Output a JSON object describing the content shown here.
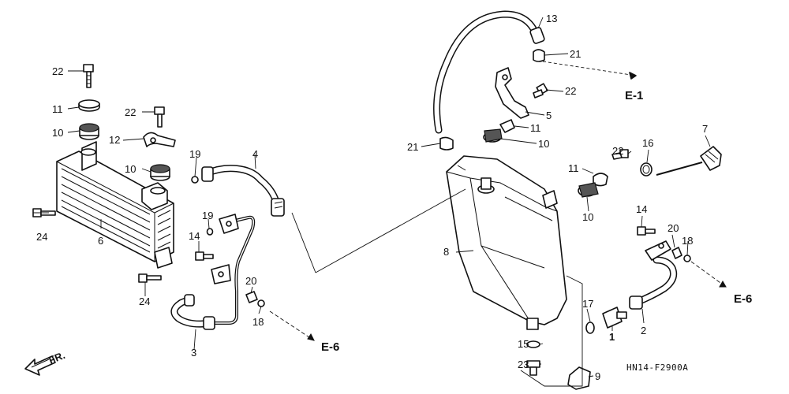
{
  "diagram": {
    "code": "HN14-F2900A",
    "front_label": "FR.",
    "refs": {
      "e1": "E-1",
      "e6_left": "E-6",
      "e6_right": "E-6"
    },
    "callouts": {
      "c22a": "22",
      "c11a": "11",
      "c10a": "10",
      "c22b": "22",
      "c12": "12",
      "c10b": "10",
      "c24a": "24",
      "c6": "6",
      "c24b": "24",
      "c19a": "19",
      "c4": "4",
      "c19b": "19",
      "c14a": "14",
      "c20a": "20",
      "c18a": "18",
      "c3": "3",
      "c13": "13",
      "c21a": "21",
      "c22c": "22",
      "c5": "5",
      "c11b": "11",
      "c10c": "10",
      "c21b": "21",
      "c8": "8",
      "c15": "15",
      "c23": "23",
      "c9": "9",
      "c17": "17",
      "c1": "1",
      "c22d": "22",
      "c11c": "11",
      "c10d": "10",
      "c16": "16",
      "c7": "7",
      "c14b": "14",
      "c20b": "20",
      "c18b": "18",
      "c2": "2"
    }
  }
}
